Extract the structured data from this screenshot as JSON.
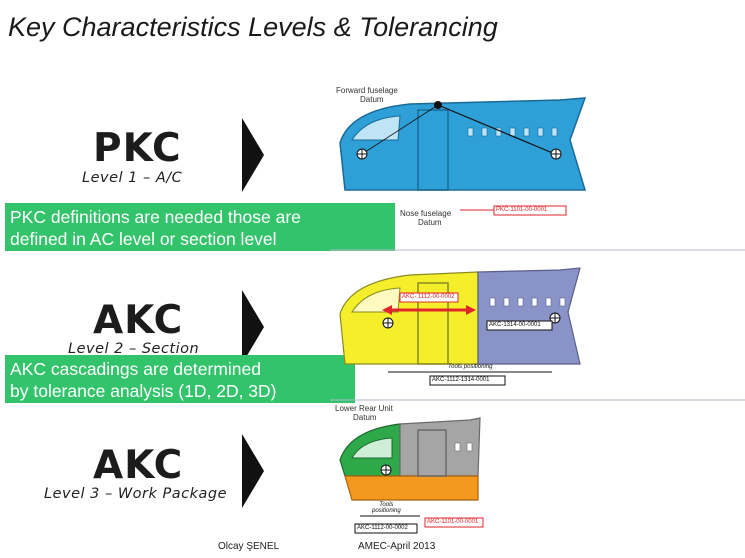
{
  "slide": {
    "title": "Key Characteristics Levels & Tolerancing"
  },
  "levels": [
    {
      "heading": "PKC",
      "subtitle": "Level 1 – A/C"
    },
    {
      "heading": "AKC",
      "subtitle": "Level 2 – Section"
    },
    {
      "heading": "AKC",
      "subtitle": "Level 3 – Work Package"
    }
  ],
  "callouts": [
    {
      "line1": "PKC  definitions are needed those are",
      "line2": "defined in AC level or section level"
    },
    {
      "line1": "AKC  cascadings are determined",
      "line2": " by tolerance analysis (1D, 2D, 3D)"
    }
  ],
  "diagram_labels": {
    "forward_fuselage_datum_1": "Forward fuselage",
    "forward_fuselage_datum_2": "Datum",
    "nose_fuselage_datum_1": "Nose fuselage",
    "nose_fuselage_datum_2": "Datum",
    "pkc_tag": "PKC-1101-00-0001",
    "akc_tag_upper": "AKC- 1112-00-0002",
    "akc_tag_right": "AKC-1314-00-0001",
    "tools_positioning": "Tools positioning",
    "akc_tag_lower": "AKC-1112-1314-0001",
    "lower_rear_unit_1": "Lower Rear Unit",
    "lower_rear_unit_2": "Datum",
    "tools_positioning_2": "Tools",
    "tools_positioning_3": "positioning",
    "akc_tag_bottom_left": "AKC-1112-00-0002",
    "akc_tag_bottom_right": "AKC-1101-00-0001"
  },
  "footer": {
    "author": "Olcay ŞENEL",
    "event": "AMEC-April 2013"
  },
  "colors": {
    "callout": "#33c36a",
    "fuselage_blue": "#2f9fd8",
    "fuselage_yellow": "#f4ef2a",
    "fuselage_purple": "#8a93c8",
    "fuselage_green": "#2fa84a",
    "fuselage_gray": "#a5a5a5",
    "fuselage_orange": "#f39a1e",
    "tag_red": "#e0262b"
  }
}
